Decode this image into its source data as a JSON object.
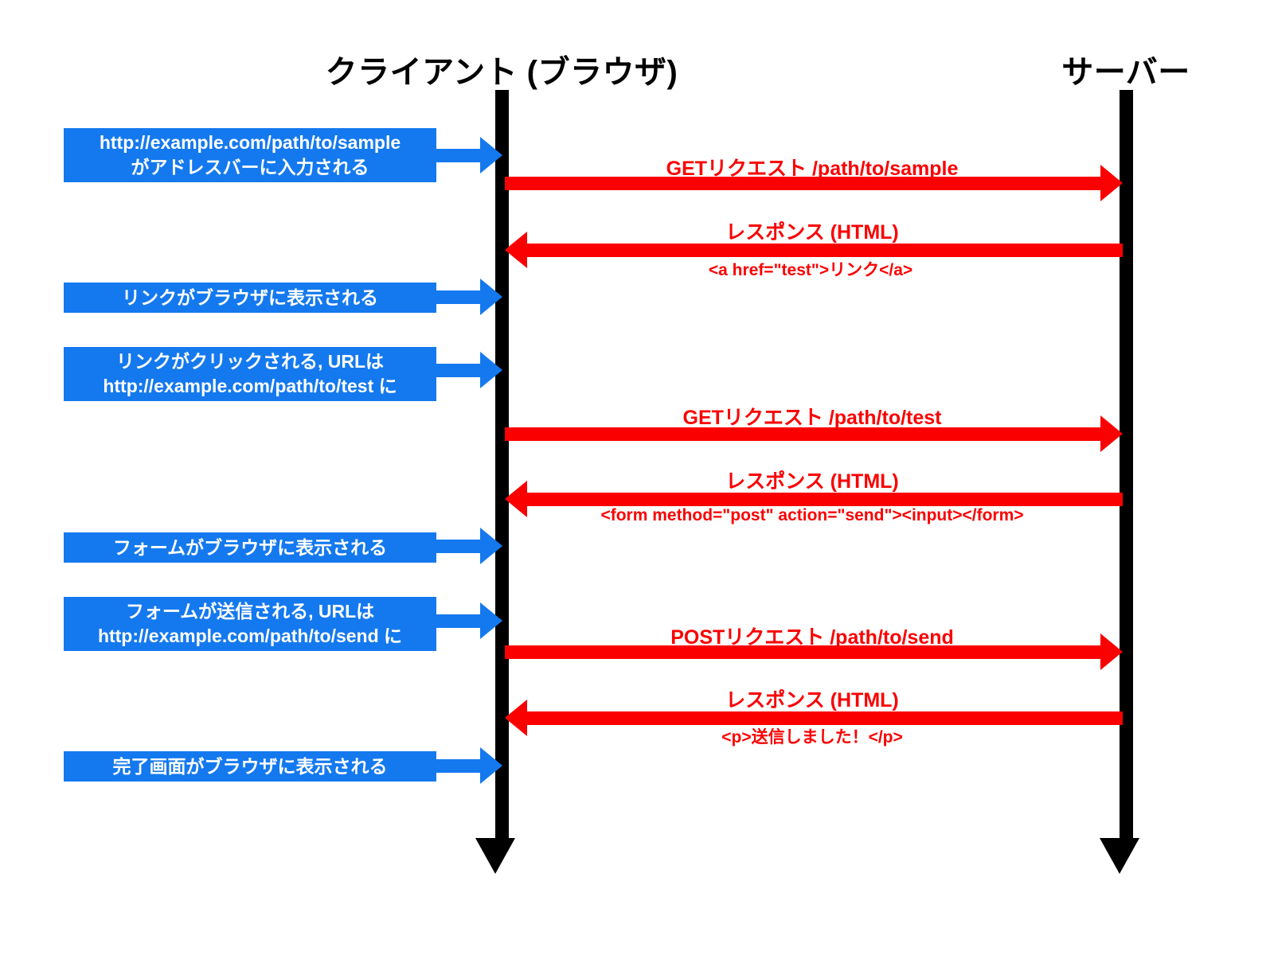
{
  "diagram": {
    "title_client": "クライアント (ブラウザ)",
    "title_server": "サーバー",
    "colors": {
      "note_blue": "#1479ef",
      "message_red": "#fa0000",
      "lifeline_black": "#000000",
      "background": "#ffffff"
    }
  },
  "notes": [
    {
      "id": "note-url-typed",
      "line1": "http://example.com/path/to/sample",
      "line2": "がアドレスバーに入力される"
    },
    {
      "id": "note-link-shown",
      "line1": "リンクがブラウザに表示される",
      "line2": ""
    },
    {
      "id": "note-link-clicked",
      "line1": "リンクがクリックされる, URLは",
      "line2": "http://example.com/path/to/test に"
    },
    {
      "id": "note-form-shown",
      "line1": "フォームがブラウザに表示される",
      "line2": ""
    },
    {
      "id": "note-form-submitted",
      "line1": "フォームが送信される, URLは",
      "line2": "http://example.com/path/to/send に"
    },
    {
      "id": "note-complete-shown",
      "line1": "完了画面がブラウザに表示される",
      "line2": ""
    }
  ],
  "messages": [
    {
      "id": "msg-get-sample",
      "direction": "client-to-server",
      "label": "GETリクエスト /path/to/sample",
      "sub": ""
    },
    {
      "id": "msg-response-link",
      "direction": "server-to-client",
      "label": "レスポンス (HTML)",
      "sub": "<a href=\"test\">リンク</a>"
    },
    {
      "id": "msg-get-test",
      "direction": "client-to-server",
      "label": "GETリクエスト /path/to/test",
      "sub": ""
    },
    {
      "id": "msg-response-form",
      "direction": "server-to-client",
      "label": "レスポンス (HTML)",
      "sub": "<form method=\"post\" action=\"send\"><input></form>"
    },
    {
      "id": "msg-post-send",
      "direction": "client-to-server",
      "label": "POSTリクエスト /path/to/send",
      "sub": ""
    },
    {
      "id": "msg-response-done",
      "direction": "server-to-client",
      "label": "レスポンス (HTML)",
      "sub": "<p>送信しました！</p>"
    }
  ]
}
